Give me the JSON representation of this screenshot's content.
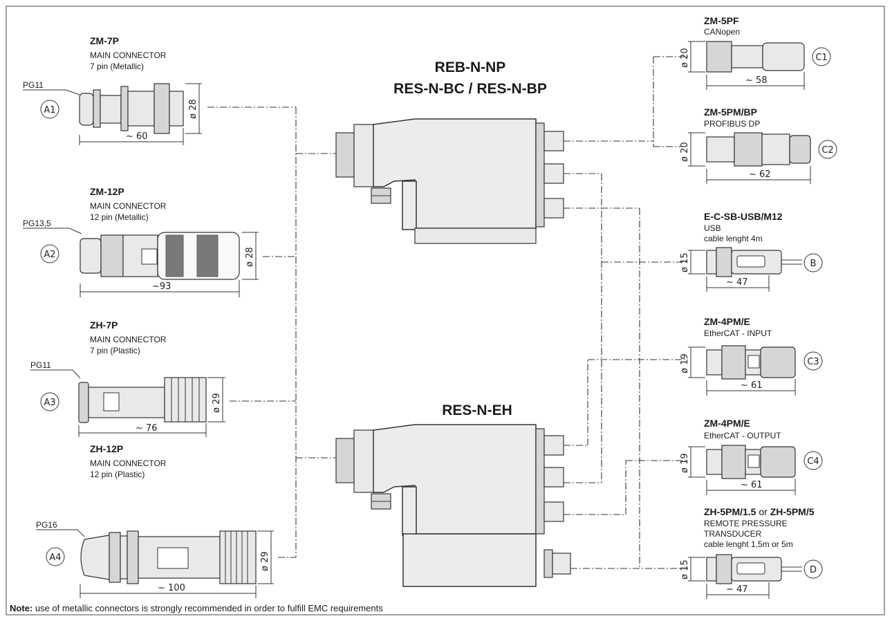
{
  "title_top": [
    "REB-N-NP",
    "RES-N-BC / RES-N-BP"
  ],
  "title_bottom": "RES-N-EH",
  "left": {
    "a1": {
      "code": "ZM-7P",
      "line1": "MAIN CONNECTOR",
      "line2": "7 pin (Metallic)",
      "pg": "PG11",
      "tag": "A1",
      "dia": "ø 28",
      "len": "~ 60"
    },
    "a2": {
      "code": "ZM-12P",
      "line1": "MAIN CONNECTOR",
      "line2": "12 pin (Metallic)",
      "pg": "PG13,5",
      "tag": "A2",
      "dia": "ø 28",
      "len": "~93"
    },
    "a3": {
      "code": "ZH-7P",
      "line1": "MAIN CONNECTOR",
      "line2": "7 pin (Plastic)",
      "pg": "PG11",
      "tag": "A3",
      "dia": "ø 29",
      "len": "~ 76"
    },
    "a4": {
      "code": "ZH-12P",
      "line1": "MAIN CONNECTOR",
      "line2": "12 pin (Plastic)",
      "pg": "PG16",
      "tag": "A4",
      "dia": "ø 29",
      "len": "~ 100"
    }
  },
  "right": {
    "c1": {
      "code": "ZM-5PF",
      "line1": "CANopen",
      "tag": "C1",
      "dia": "ø 20",
      "len": "~ 58"
    },
    "c2": {
      "code": "ZM-5PM/BP",
      "line1": "PROFIBUS DP",
      "tag": "C2",
      "dia": "ø 20",
      "len": "~ 62"
    },
    "b": {
      "code": "E-C-SB-USB/M12",
      "line1": "USB",
      "line2": "cable lenght 4m",
      "tag": "B",
      "dia": "ø 15",
      "len": "~ 47"
    },
    "c3": {
      "code": "ZM-4PM/E",
      "line1": "EtherCAT - INPUT",
      "tag": "C3",
      "dia": "ø 19",
      "len": "~ 61"
    },
    "c4": {
      "code": "ZM-4PM/E",
      "line1": "EtherCAT - OUTPUT",
      "tag": "C4",
      "dia": "ø 19",
      "len": "~ 61"
    },
    "d": {
      "code_a": "ZH-5PM/1.5",
      "code_or": " or ",
      "code_b": "ZH-5PM/5",
      "line1": "REMOTE PRESSURE",
      "line2": "TRANSDUCER",
      "line3": "cable lenght 1,5m or 5m",
      "tag": "D",
      "dia": "ø 15",
      "len": "~ 47"
    }
  },
  "note": {
    "label": "Note:",
    "text": " use of metallic connectors is strongly recommended in order to fulfill EMC requirements"
  }
}
